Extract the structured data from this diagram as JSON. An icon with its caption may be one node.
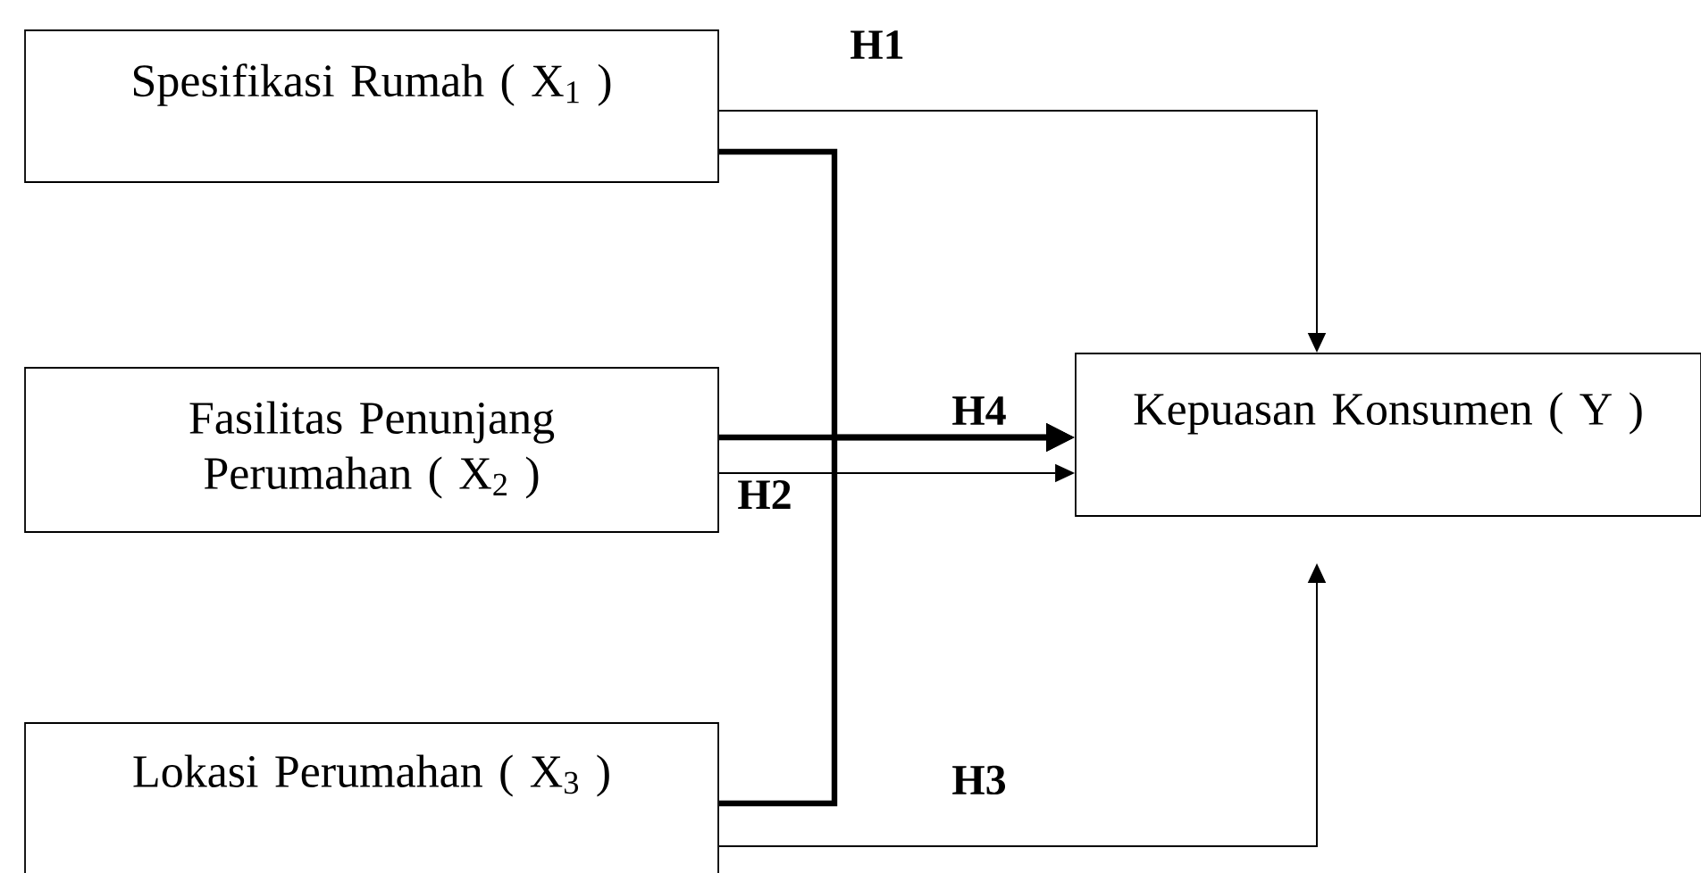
{
  "diagram": {
    "nodes": [
      {
        "text": [
          "Spesifikasi Rumah ( X$_{1}$ )"
        ]
      },
      {
        "text": [
          "Fasilitas Penunjang Perumahan ( X$_{2}$ )"
        ]
      },
      {
        "text": [
          "Lokasi Perumahan ( X$_{3}$ )"
        ]
      },
      {
        "text": [
          "Kepuasan Konsumen ( Y )"
        ]
      }
    ],
    "edges": [
      {
        "from": 0,
        "to": 3,
        "arrow": "to",
        "label": "H1"
      },
      {
        "from": 1,
        "to": 3,
        "arrow": "to",
        "label": "H2"
      },
      {
        "from": 2,
        "to": 3,
        "arrow": "to",
        "label": "H3"
      },
      {
        "from": 1,
        "to": 3,
        "arrow": "to",
        "label": "H4",
        "style": "thick"
      },
      {
        "from": 0,
        "to": 3,
        "arrow": "to",
        "style": "thick"
      },
      {
        "from": 2,
        "to": 3,
        "arrow": "to",
        "style": "thick"
      }
    ]
  }
}
